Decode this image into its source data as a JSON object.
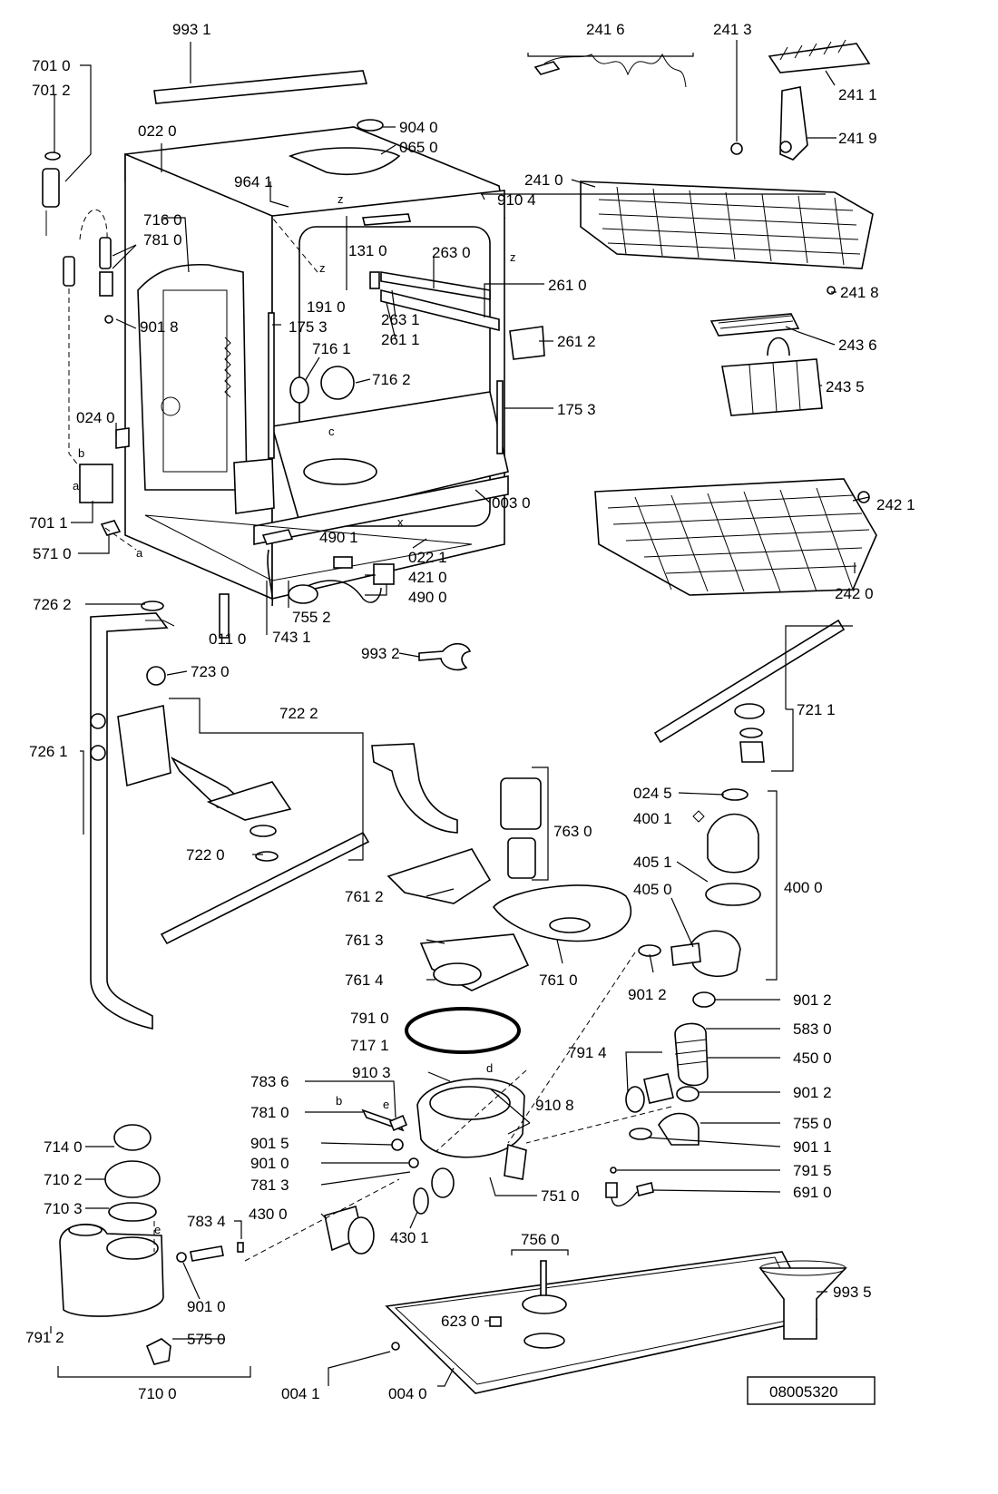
{
  "reference_code": "08005320",
  "labels": {
    "p9931": "993 1",
    "p7010": "701 0",
    "p7012": "701 2",
    "p0220": "022 0",
    "p9040": "904 0",
    "p0650": "065 0",
    "p9641": "964 1",
    "p9104": "910 4",
    "p7160": "716 0",
    "p7810": "781 0",
    "p1310": "131 0",
    "p2630": "263 0",
    "p2610": "261 0",
    "p1910": "191 0",
    "p1753a": "175 3",
    "p2631": "263 1",
    "p2611": "261 1",
    "p2612": "261 2",
    "p9018": "901 8",
    "p7161": "716 1",
    "p7162": "716 2",
    "p1753b": "175 3",
    "p0240": "024 0",
    "p0030": "003 0",
    "p7011": "701 1",
    "p5710": "571 0",
    "p4901": "490 1",
    "p0221": "022 1",
    "p4210": "421 0",
    "p4900": "490 0",
    "p7262": "726 2",
    "p7552": "755 2",
    "p0110": "011 0",
    "p7431": "743 1",
    "p9932": "993 2",
    "p7230": "723 0",
    "p7222": "722 2",
    "p7261": "726 1",
    "p7220": "722 0",
    "p2416": "241 6",
    "p2413": "241 3",
    "p2411": "241 1",
    "p2419": "241 9",
    "p2410": "241 0",
    "p2418": "241 8",
    "p2436": "243 6",
    "p2435": "243 5",
    "p2421": "242 1",
    "p2420": "242 0",
    "p7211": "721 1",
    "p0245": "024 5",
    "p4001": "400 1",
    "p4051": "405 1",
    "p4000": "400 0",
    "p4050": "405 0",
    "p7630": "763 0",
    "p7612": "761 2",
    "p7613": "761 3",
    "p7614": "761 4",
    "p7610": "761 0",
    "p9012a": "901 2",
    "p9012b": "901 2",
    "p9012c": "901 2",
    "p7910": "791 0",
    "p7171": "717 1",
    "p5830": "583 0",
    "p4500": "450 0",
    "p7914": "791 4",
    "p9103": "910 3",
    "p7836": "783 6",
    "p9108": "910 8",
    "p7810b": "781 0",
    "p7550": "755 0",
    "p9015": "901 5",
    "p9011": "901 1",
    "p9010": "901 0",
    "p7915": "791 5",
    "p7813": "781 3",
    "p6910": "691 0",
    "p7510": "751 0",
    "p7140": "714 0",
    "p7102": "710 2",
    "p4300": "430 0",
    "p4301": "430 1",
    "p7103": "710 3",
    "p7834": "783 4",
    "p7560": "756 0",
    "p9010b": "901 0",
    "p9935": "993 5",
    "p7912": "791 2",
    "p6230": "623 0",
    "p5750": "575 0",
    "p0041": "004 1",
    "p0040": "004 0",
    "p7100": "710 0"
  },
  "markers": {
    "a1": "a",
    "a2": "a",
    "b1": "b",
    "b2": "b",
    "c": "c",
    "d": "d",
    "e1": "e",
    "e2": "e",
    "x": "x",
    "z1": "z",
    "z2": "z",
    "z3": "z"
  }
}
